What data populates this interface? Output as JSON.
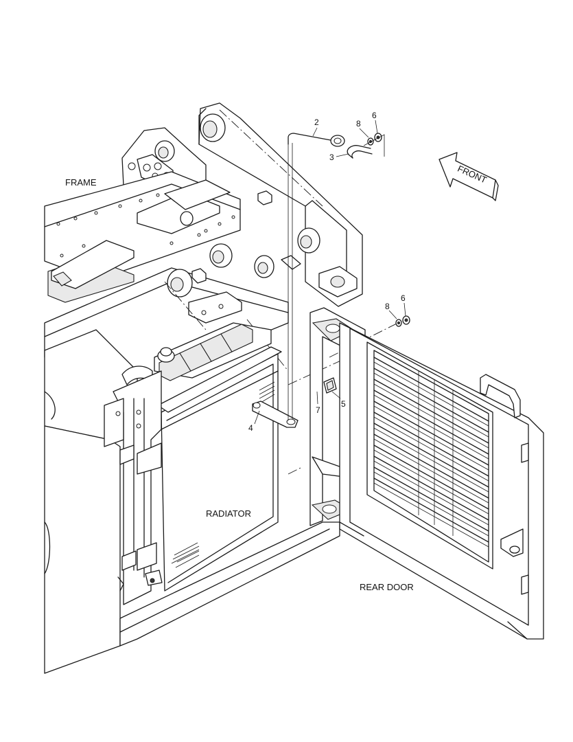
{
  "labels": {
    "frame": "FRAME",
    "radiator": "RADIATOR",
    "rear_door": "REAR DOOR",
    "front": "FRONT"
  },
  "callouts": {
    "c2": "2",
    "c3": "3",
    "c4": "4",
    "c5": "5",
    "c6a": "6",
    "c6b": "6",
    "c7": "7",
    "c8a": "8",
    "c8b": "8"
  }
}
